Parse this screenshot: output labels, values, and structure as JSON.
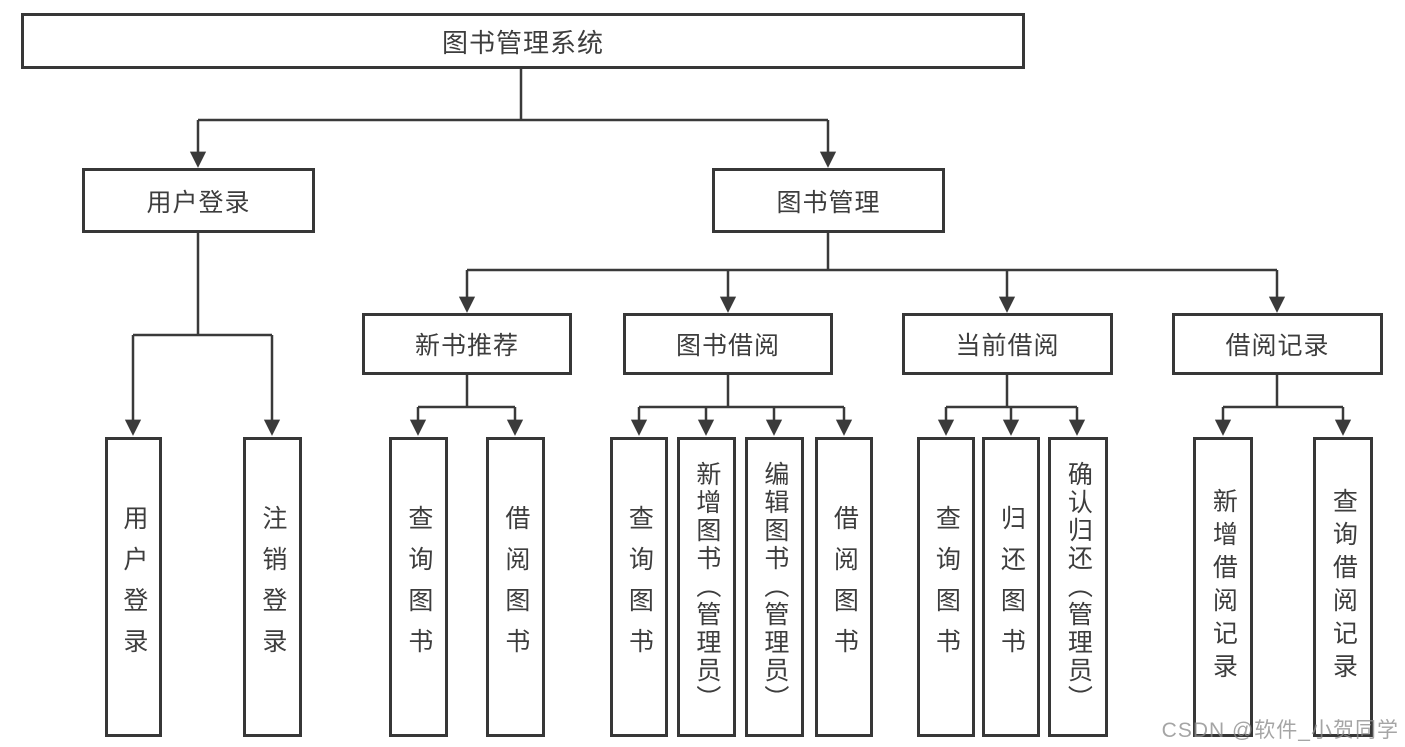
{
  "diagram": {
    "type": "hierarchy",
    "title": "图书管理系统",
    "nodes": {
      "root": "图书管理系统",
      "user_login": "用户登录",
      "book_mgmt": "图书管理",
      "new_book_rec": "新书推荐",
      "book_borrow": "图书借阅",
      "current_borrow": "当前借阅",
      "borrow_records": "借阅记录",
      "leaf_user_login": "用户登录",
      "leaf_logout": "注销登录",
      "leaf_query_book_a": "查询图书",
      "leaf_borrow_book_a": "借阅图书",
      "leaf_query_book_b": "查询图书",
      "leaf_add_book": "新增图书（管理员）",
      "leaf_edit_book": "编辑图书（管理员）",
      "leaf_borrow_book_b": "借阅图书",
      "leaf_query_book_c": "查询图书",
      "leaf_return_book": "归还图书",
      "leaf_confirm_return": "确认归还（管理员）",
      "leaf_add_record": "新增借阅记录",
      "leaf_query_record": "查询借阅记录"
    },
    "edges": [
      [
        "root",
        "user_login"
      ],
      [
        "root",
        "book_mgmt"
      ],
      [
        "user_login",
        "leaf_user_login"
      ],
      [
        "user_login",
        "leaf_logout"
      ],
      [
        "book_mgmt",
        "new_book_rec"
      ],
      [
        "book_mgmt",
        "book_borrow"
      ],
      [
        "book_mgmt",
        "current_borrow"
      ],
      [
        "book_mgmt",
        "borrow_records"
      ],
      [
        "new_book_rec",
        "leaf_query_book_a"
      ],
      [
        "new_book_rec",
        "leaf_borrow_book_a"
      ],
      [
        "book_borrow",
        "leaf_query_book_b"
      ],
      [
        "book_borrow",
        "leaf_add_book"
      ],
      [
        "book_borrow",
        "leaf_edit_book"
      ],
      [
        "book_borrow",
        "leaf_borrow_book_b"
      ],
      [
        "current_borrow",
        "leaf_query_book_c"
      ],
      [
        "current_borrow",
        "leaf_return_book"
      ],
      [
        "current_borrow",
        "leaf_confirm_return"
      ],
      [
        "borrow_records",
        "leaf_add_record"
      ],
      [
        "borrow_records",
        "leaf_query_record"
      ]
    ],
    "colors": {
      "background": "#ffffff",
      "line": "#3a3a3a",
      "box_border": "#373737",
      "text": "#3d3d3d",
      "watermark": "#8c8c8c"
    }
  },
  "watermark": {
    "text": "CSDN @软件_小贺同学"
  }
}
